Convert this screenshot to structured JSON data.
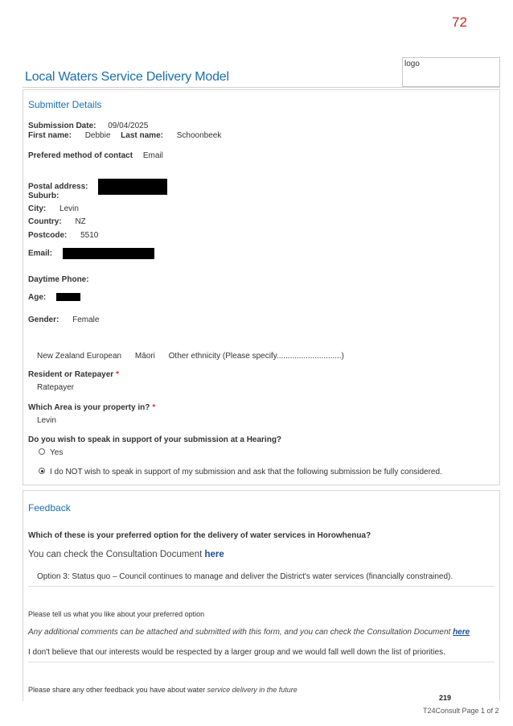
{
  "page_number": "72",
  "header": {
    "logo_text": "logo",
    "title": "Local Waters Service Delivery Model"
  },
  "submitter": {
    "heading": "Submitter Details",
    "submission_date_label": "Submission Date:",
    "submission_date": "09/04/2025",
    "first_name_label": "First name:",
    "first_name": "Debbie",
    "last_name_label": "Last name:",
    "last_name": "Schoonbeek",
    "contact_label": "Prefered method of contact",
    "contact_value": "Email",
    "postal_label": "Postal address:",
    "suburb_label": "Suburb:",
    "city_label": "City:",
    "city": "Levin",
    "country_label": "Country:",
    "country": "NZ",
    "postcode_label": "Postcode:",
    "postcode": "5510",
    "email_label": "Email:",
    "phone_label": "Daytime Phone:",
    "age_label": "Age:",
    "gender_label": "Gender:",
    "gender": "Female",
    "ethnicity_opt1": "New Zealand European",
    "ethnicity_opt2": "Māori",
    "ethnicity_opt3": "Other ethnicity (Please specify.............................)",
    "resident_label": "Resident or Ratepayer",
    "resident_value": "Ratepayer",
    "area_label": "Which Area is your property in?",
    "area_value": "Levin",
    "required_mark": "*",
    "hearing_question": "Do you wish to speak in support of your submission at a Hearing?",
    "hearing_yes": "Yes",
    "hearing_no": "I do NOT wish to speak in support of my submission and ask that the following submission be fully considered."
  },
  "feedback": {
    "heading": "Feedback",
    "q1": "Which of these is your preferred option for the delivery of water services in Horowhenua?",
    "check_doc_text": "You can check the Consultation Document",
    "check_doc_link": "here",
    "option_selected": "Option 3: Status quo – Council continues to manage and deliver the District's water services (financially constrained).",
    "q2": "Please tell us what you like about your preferred option",
    "additional_text": "Any additional comments can be attached and submitted with this form, and you can check the Consultation Document",
    "additional_link": "here",
    "answer2": "I don't believe that our interests would be respected by a larger group and we would fall well down the list of priorities.",
    "q3_plain": "Please share any other feedback you have about water",
    "q3_ital": "service delivery in the future"
  },
  "footer": {
    "doc_number": "219",
    "page_info": "T24Consult  Page 1 of 2"
  }
}
